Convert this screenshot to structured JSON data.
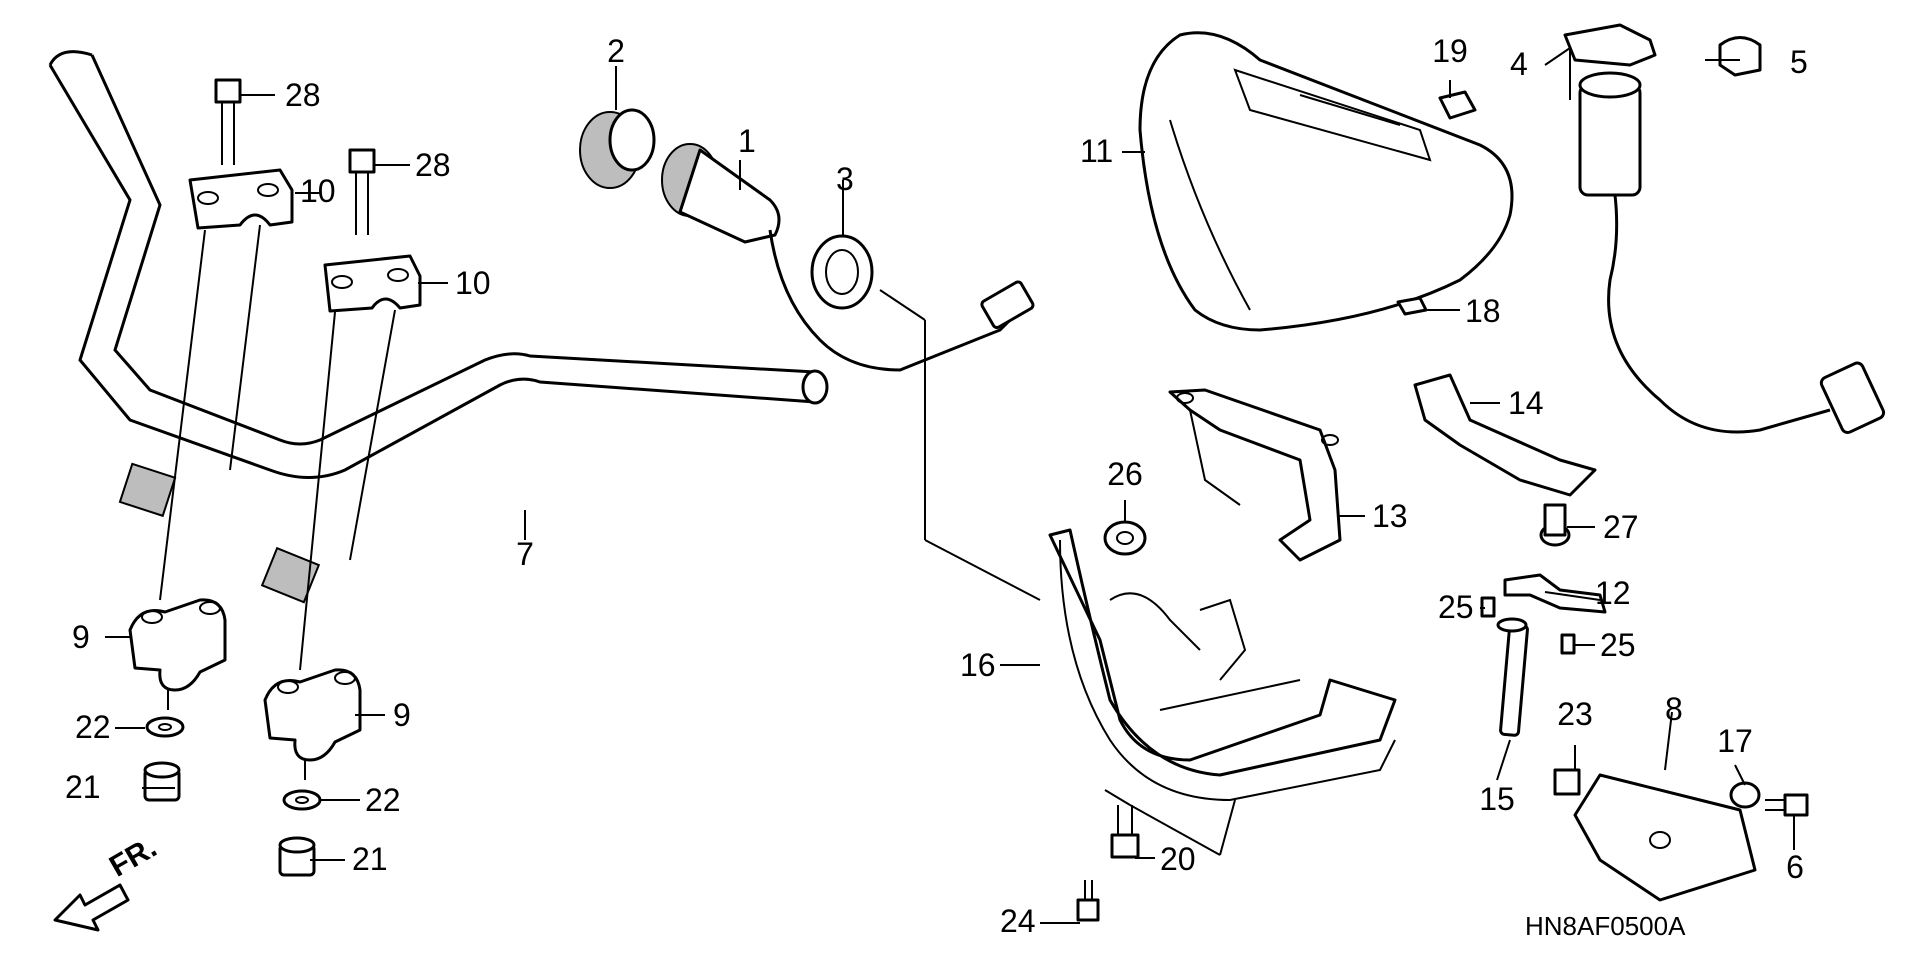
{
  "diagram_code": "HN8AF0500A",
  "direction_label": "FR.",
  "callouts": [
    {
      "id": "c1",
      "text": "1"
    },
    {
      "id": "c2",
      "text": "2"
    },
    {
      "id": "c3",
      "text": "3"
    },
    {
      "id": "c4",
      "text": "4"
    },
    {
      "id": "c5",
      "text": "5"
    },
    {
      "id": "c6",
      "text": "6"
    },
    {
      "id": "c7",
      "text": "7"
    },
    {
      "id": "c8",
      "text": "8"
    },
    {
      "id": "c9a",
      "text": "9"
    },
    {
      "id": "c9b",
      "text": "9"
    },
    {
      "id": "c10a",
      "text": "10"
    },
    {
      "id": "c10b",
      "text": "10"
    },
    {
      "id": "c11",
      "text": "11"
    },
    {
      "id": "c12",
      "text": "12"
    },
    {
      "id": "c13",
      "text": "13"
    },
    {
      "id": "c14",
      "text": "14"
    },
    {
      "id": "c15",
      "text": "15"
    },
    {
      "id": "c16",
      "text": "16"
    },
    {
      "id": "c17",
      "text": "17"
    },
    {
      "id": "c18",
      "text": "18"
    },
    {
      "id": "c19",
      "text": "19"
    },
    {
      "id": "c20",
      "text": "20"
    },
    {
      "id": "c21a",
      "text": "21"
    },
    {
      "id": "c21b",
      "text": "21"
    },
    {
      "id": "c22a",
      "text": "22"
    },
    {
      "id": "c22b",
      "text": "22"
    },
    {
      "id": "c23",
      "text": "23"
    },
    {
      "id": "c24",
      "text": "24"
    },
    {
      "id": "c25a",
      "text": "25"
    },
    {
      "id": "c25b",
      "text": "25"
    },
    {
      "id": "c26",
      "text": "26"
    },
    {
      "id": "c27",
      "text": "27"
    },
    {
      "id": "c28a",
      "text": "28"
    },
    {
      "id": "c28b",
      "text": "28"
    }
  ]
}
